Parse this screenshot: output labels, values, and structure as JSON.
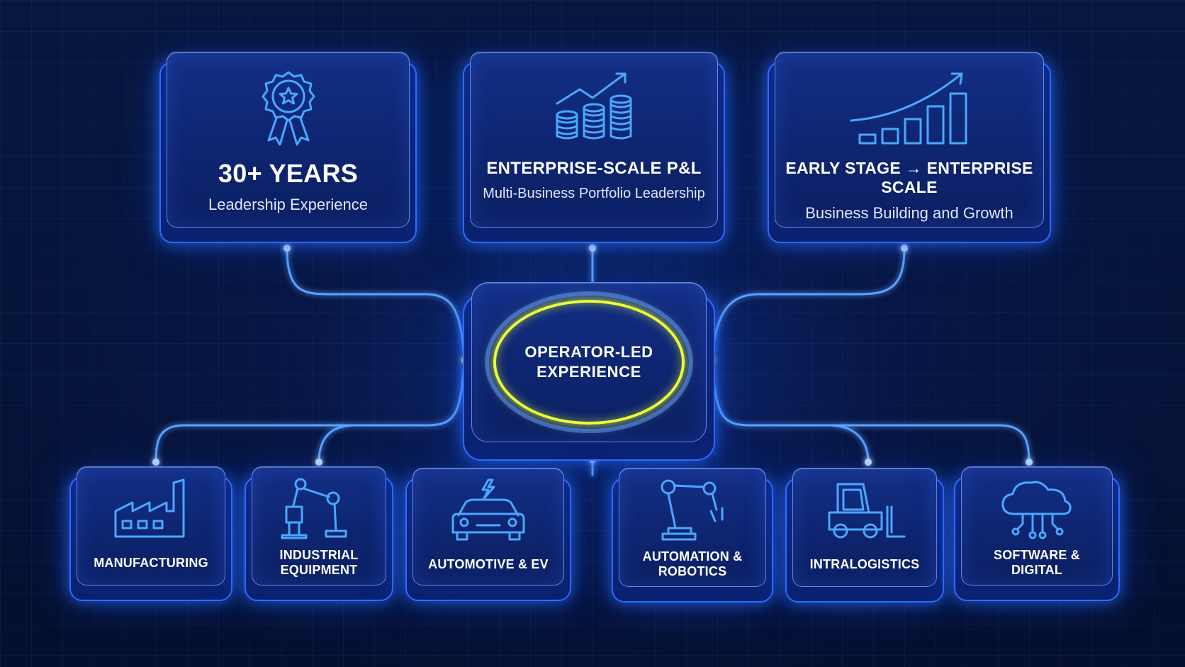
{
  "center": {
    "line1": "OPERATOR-LED",
    "line2": "EXPERIENCE"
  },
  "top_cards": [
    {
      "id": "years",
      "title": "30+ YEARS",
      "subtitle": "Leadership Experience",
      "icon": "award-ribbon-icon"
    },
    {
      "id": "pnl",
      "title": "ENTERPRISE-SCALE P&L",
      "subtitle": "Multi-Business Portfolio Leadership",
      "icon": "coins-growth-chart-icon"
    },
    {
      "id": "stage",
      "title": "EARLY STAGE → ENTERPRISE SCALE",
      "subtitle": "Business Building and Growth",
      "icon": "bar-growth-chart-icon"
    }
  ],
  "bottom_cards": [
    {
      "id": "manufacturing",
      "line1": "MANUFACTURING",
      "line2": "",
      "icon": "factory-icon"
    },
    {
      "id": "industrial",
      "line1": "INDUSTRIAL",
      "line2": "EQUIPMENT",
      "icon": "robotic-arm-icon"
    },
    {
      "id": "automotive",
      "line1": "AUTOMOTIVE & EV",
      "line2": "",
      "icon": "electric-car-icon"
    },
    {
      "id": "automation",
      "line1": "AUTOMATION &",
      "line2": "ROBOTICS",
      "icon": "robot-arm-icon"
    },
    {
      "id": "intralogistics",
      "line1": "INTRALOGISTICS",
      "line2": "",
      "icon": "forklift-icon"
    },
    {
      "id": "software",
      "line1": "SOFTWARE &",
      "line2": "DIGITAL",
      "icon": "cloud-network-icon"
    }
  ],
  "colors": {
    "background": "#061436",
    "glow_blue": "#3d8bff",
    "accent_yellow": "#e8ff3a",
    "icon_stroke": "#4aa8ff"
  }
}
